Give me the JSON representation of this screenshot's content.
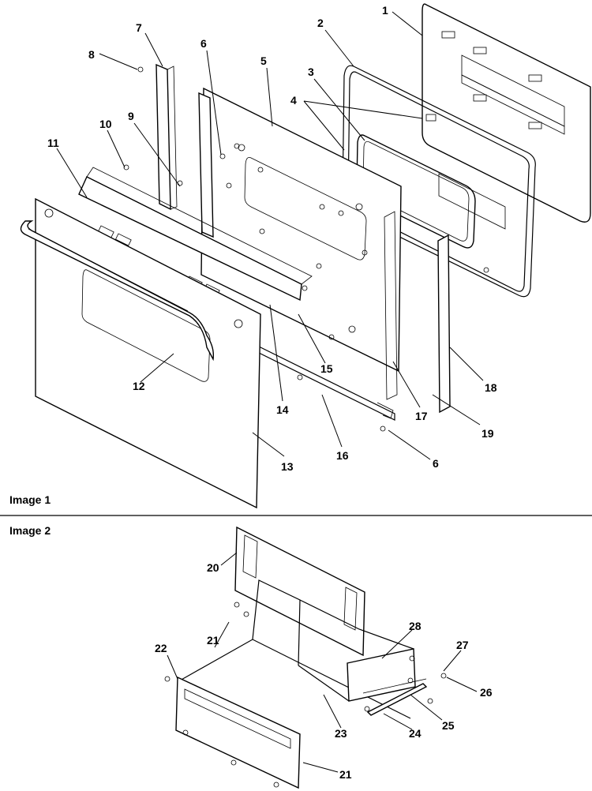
{
  "sections": [
    {
      "caption": "Image 1",
      "callouts": [
        "1",
        "2",
        "3",
        "4",
        "5",
        "6",
        "7",
        "8",
        "9",
        "10",
        "11",
        "12",
        "13",
        "14",
        "15",
        "16",
        "17",
        "18",
        "19",
        "6"
      ]
    },
    {
      "caption": "Image 2",
      "callouts": [
        "20",
        "21",
        "22",
        "28",
        "27",
        "26",
        "25",
        "24",
        "23",
        "21"
      ]
    }
  ]
}
